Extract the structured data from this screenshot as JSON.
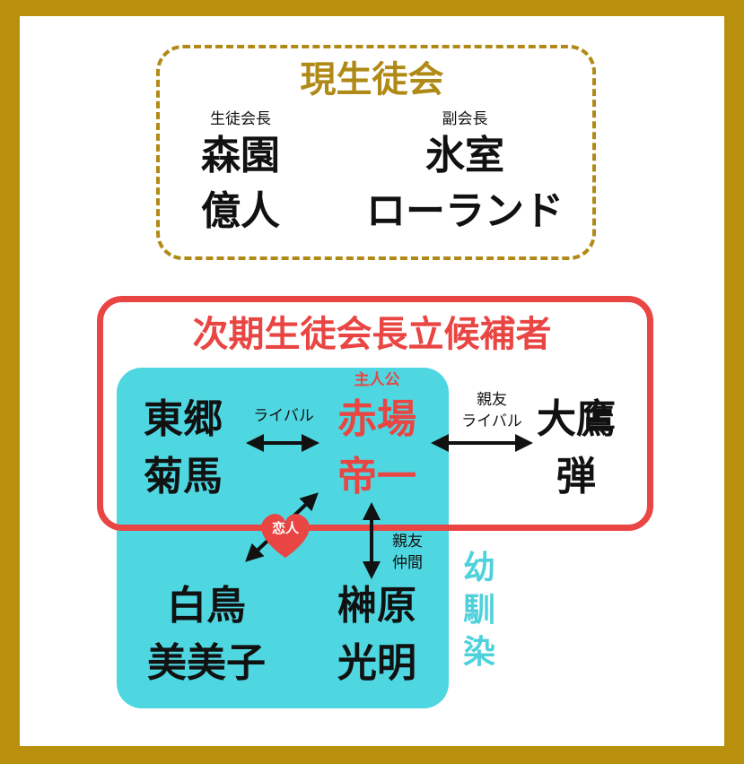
{
  "council": {
    "title": "現生徒会",
    "president": {
      "role": "生徒会長",
      "line1": "森園",
      "line2": "億人"
    },
    "vice_president": {
      "role": "副会長",
      "line1": "氷室",
      "line2": "ローランド"
    }
  },
  "candidates": {
    "title": "次期生徒会長立候補者",
    "togo": {
      "line1": "東郷",
      "line2": "菊馬"
    },
    "protagonist_tag": "主人公",
    "akaba": {
      "line1": "赤場",
      "line2": "帝一"
    },
    "otaka": {
      "line1": "大鷹",
      "line2": "弾"
    }
  },
  "relations": {
    "rival": "ライバル",
    "best_friend_rival_1": "親友",
    "best_friend_rival_2": "ライバル",
    "lover": "恋人",
    "best_friend_ally_1": "親友",
    "best_friend_ally_2": "仲間"
  },
  "friends": {
    "label": "幼馴染",
    "shiratori": {
      "line1": "白鳥",
      "line2": "美美子"
    },
    "sakaki": {
      "line1": "榊原",
      "line2": "光明"
    }
  },
  "colors": {
    "gold": "#b8900e",
    "red": "#e94543",
    "cyan": "#3fd4de"
  }
}
